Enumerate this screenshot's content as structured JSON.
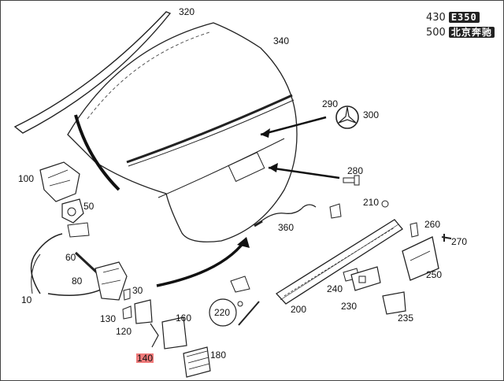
{
  "model_badges": [
    {
      "number": "430",
      "badge": "E350"
    },
    {
      "number": "500",
      "badge": "北京奔驰"
    }
  ],
  "callouts": {
    "p320": "320",
    "p340": "340",
    "p290": "290",
    "p300": "300",
    "p280": "280",
    "p100": "100",
    "p50": "50",
    "p60": "60",
    "p80": "80",
    "p10": "10",
    "p30": "30",
    "p130": "130",
    "p120": "120",
    "p160": "160",
    "p140": "140",
    "p180": "180",
    "p220": "220",
    "p200": "200",
    "p210": "210",
    "p360": "360",
    "p240": "240",
    "p230": "230",
    "p235": "235",
    "p260": "260",
    "p270": "270",
    "p250": "250"
  },
  "highlighted_part": "140",
  "colors": {
    "line": "#222222",
    "highlight": "#f07a7a",
    "arrow": "#111111"
  }
}
